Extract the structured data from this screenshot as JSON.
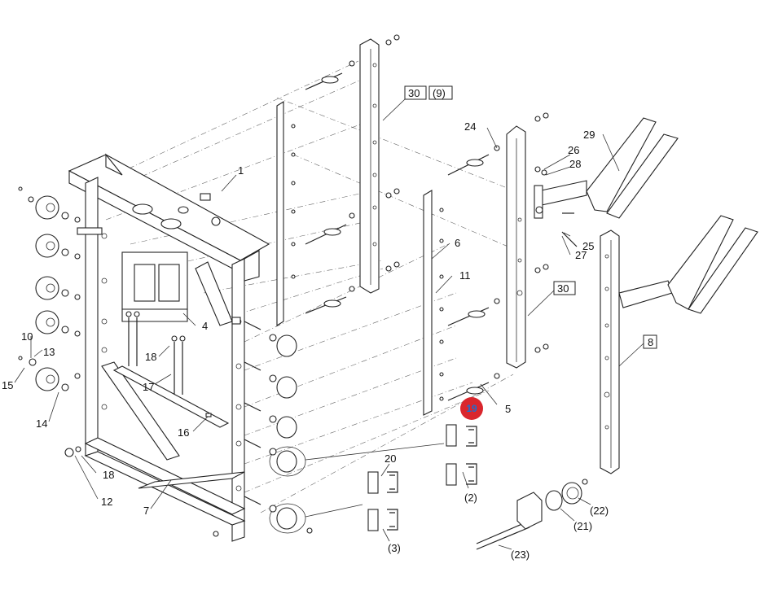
{
  "callouts": {
    "c1": "1",
    "c4": "4",
    "c5": "5",
    "c6": "6",
    "c7": "7",
    "c8": "8",
    "c10": "10",
    "c11": "11",
    "c12": "12",
    "c13": "13",
    "c14": "14",
    "c15": "15",
    "c16": "16",
    "c17": "17",
    "c18a": "18",
    "c18b": "18",
    "c19": "19",
    "c20": "20",
    "c24": "24",
    "c25": "25",
    "c26": "26",
    "c27": "27",
    "c28": "28",
    "c29": "29",
    "c30a": "30",
    "c30a_paren": "(9)",
    "c30b": "30",
    "c2": "(2)",
    "c3": "(3)",
    "c21": "(21)",
    "c22": "(22)",
    "c23": "(23)"
  },
  "highlight_color": "#d9262d",
  "highlight_text_color": "#1b6fd1"
}
